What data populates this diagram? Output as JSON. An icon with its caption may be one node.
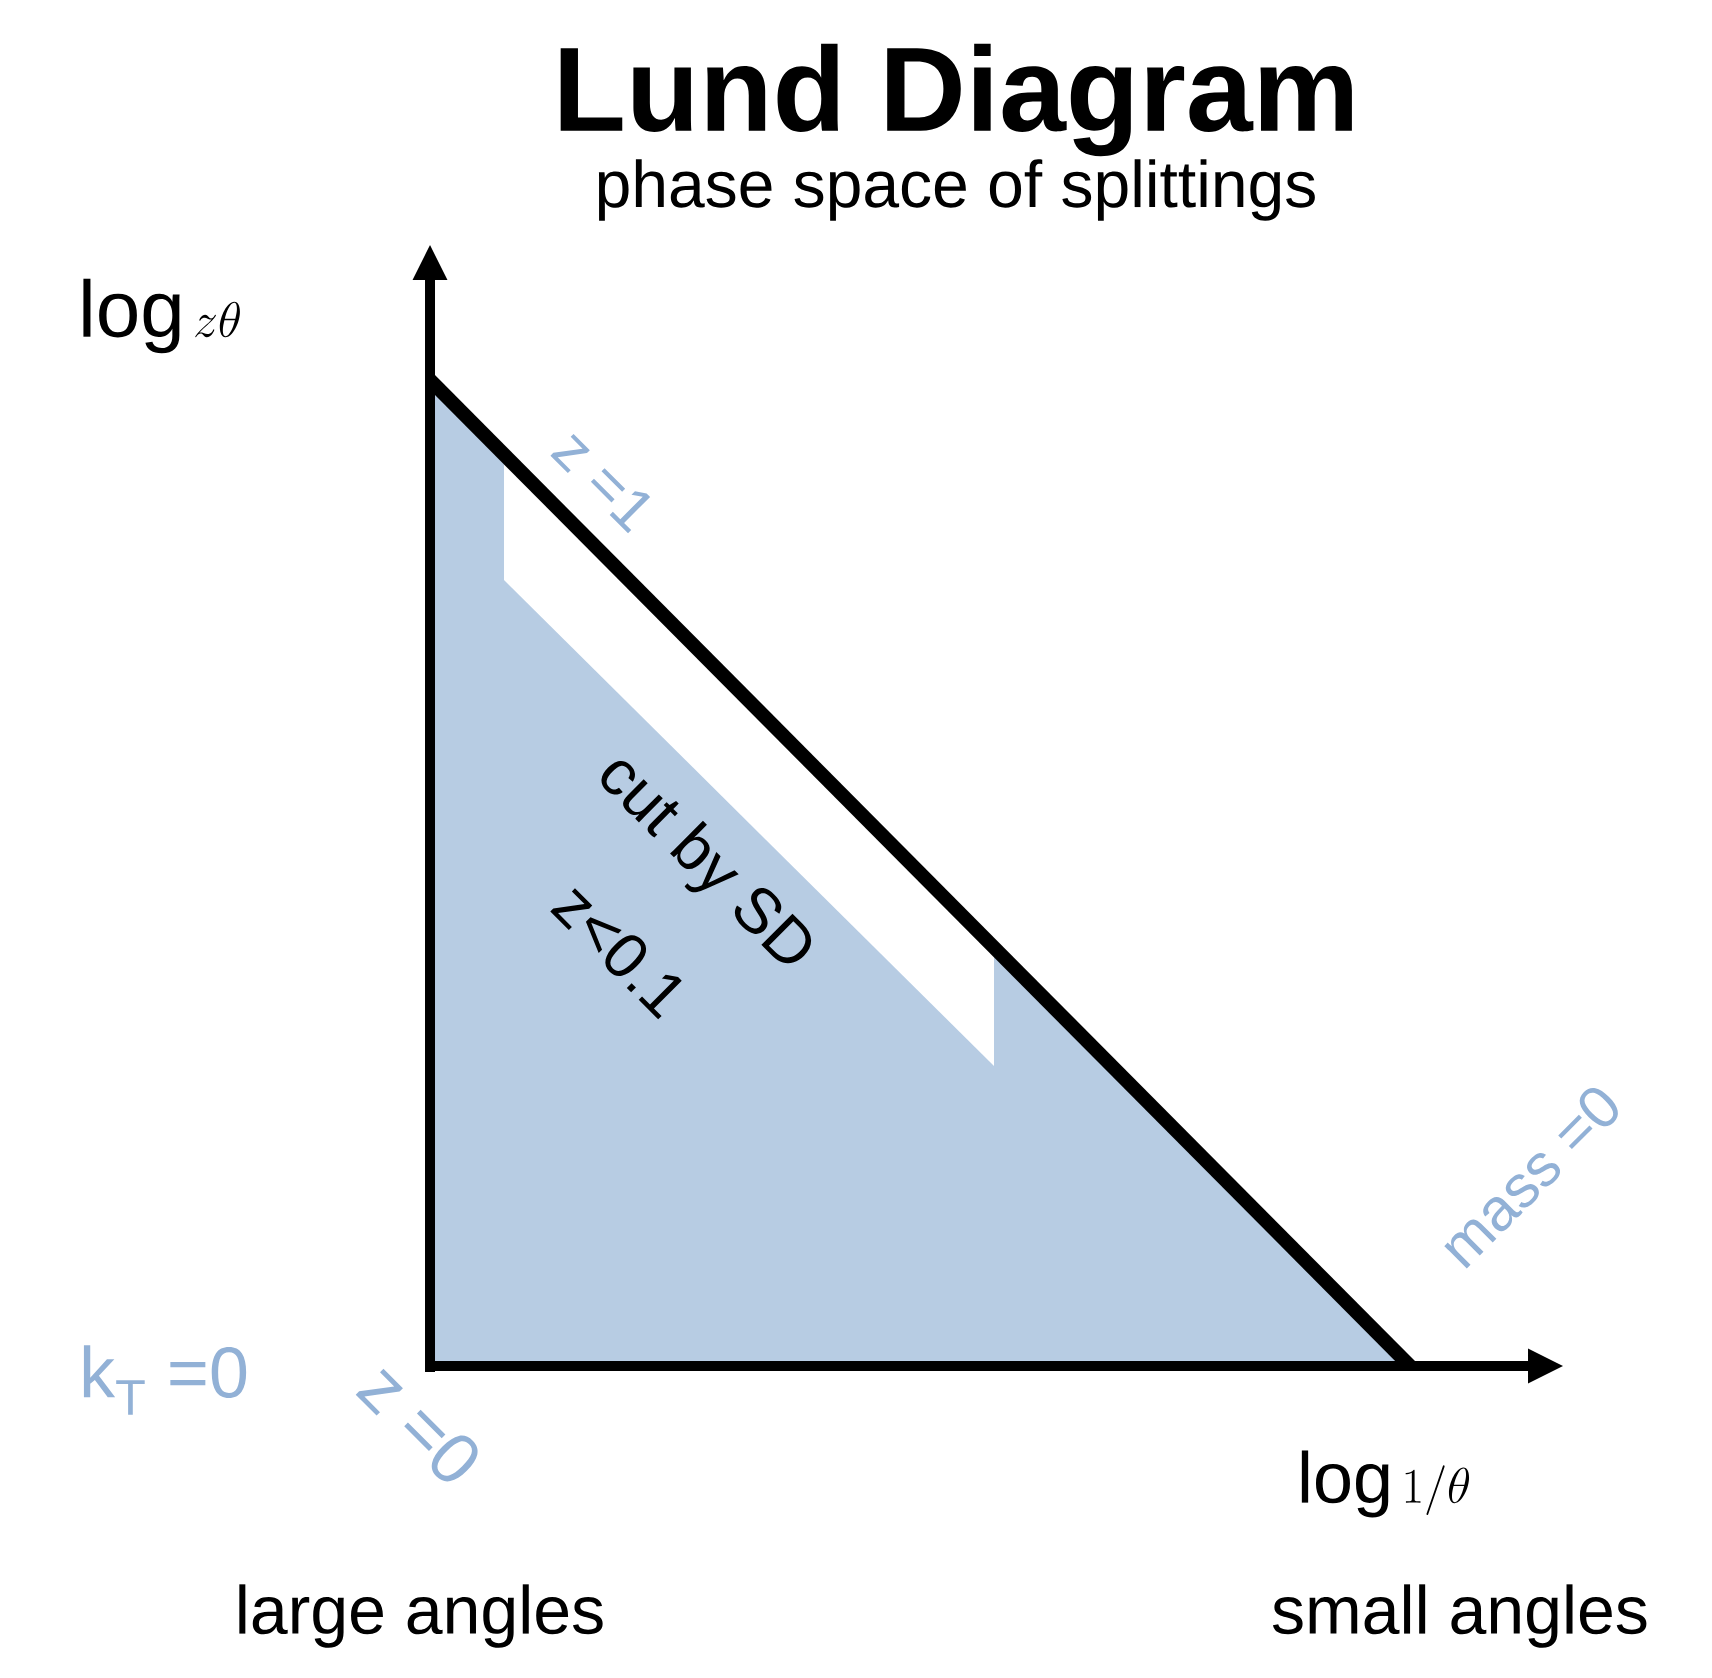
{
  "diagram": {
    "title": "Lund Diagram",
    "labels": [
      "phase space of splittings",
      "\\log z\\theta",
      "z =1",
      "cut by SD",
      "z<0.1",
      "mass =0",
      "k$_{T}$ =0",
      "z =0",
      "\\log 1/\\theta",
      "large angles",
      "small angles"
    ]
  }
}
